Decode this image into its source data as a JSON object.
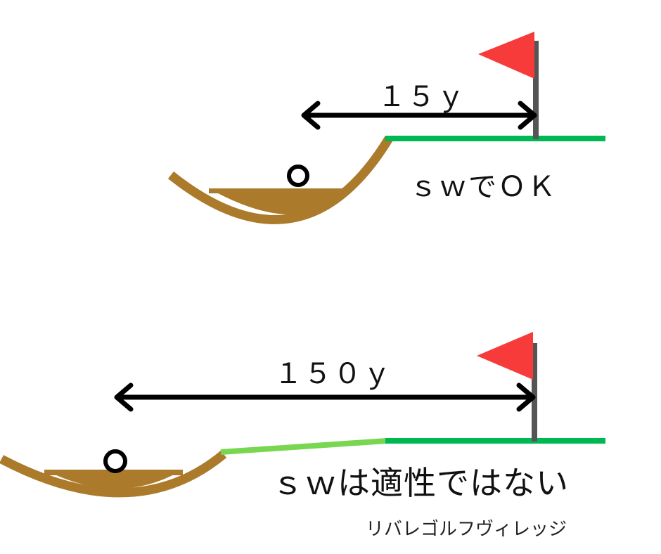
{
  "scene1": {
    "distance_label": "１５ｙ",
    "result_label": "ｓｗでＯＫ"
  },
  "scene2": {
    "distance_label": "１５０ｙ",
    "result_label": "ｓｗは適性ではない"
  },
  "credit": "リバレゴルフヴィレッジ",
  "colors": {
    "bunker": "#ab7a2a",
    "green": "#00b853",
    "fairway": "#78d651",
    "flag": "#f73a3a",
    "pole": "#555555",
    "arrow": "#000000"
  }
}
